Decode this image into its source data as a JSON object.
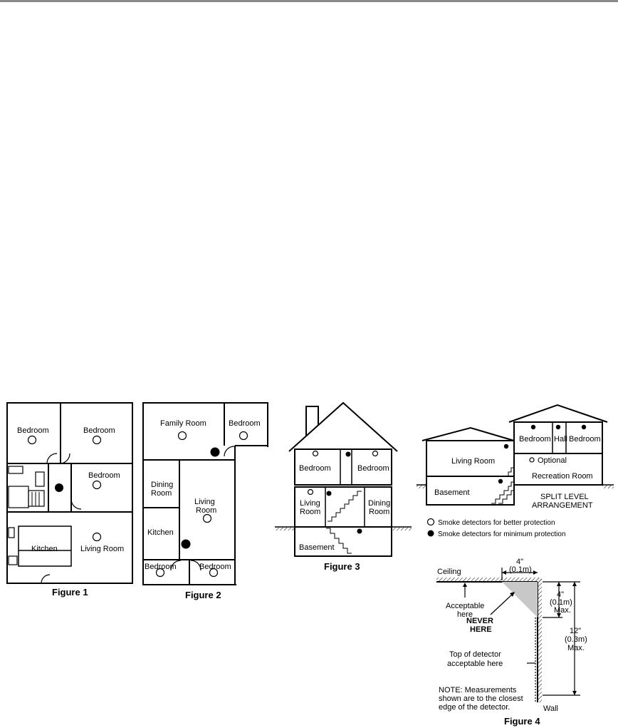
{
  "figure1": {
    "caption": "Figure 1",
    "rooms": {
      "bedroom_tl": "Bedroom",
      "bedroom_tr": "Bedroom",
      "bedroom_mid": "Bedroom",
      "kitchen": "Kitchen",
      "living_room": "Living Room"
    }
  },
  "figure2": {
    "caption": "Figure 2",
    "rooms": {
      "family_room": "Family Room",
      "bedroom_top": "Bedroom",
      "dining_1": "Dining",
      "dining_2": "Room",
      "living_1": "Living",
      "living_2": "Room",
      "kitchen": "Kitchen",
      "bedroom_bl": "Bedroom",
      "bedroom_br": "Bedroom"
    }
  },
  "figure3": {
    "caption": "Figure 3",
    "rooms": {
      "bedroom_left": "Bedroom",
      "bedroom_right": "Bedroom",
      "living_1": "Living",
      "living_2": "Room",
      "dining_1": "Dining",
      "dining_2": "Room",
      "basement": "Basement"
    }
  },
  "split_level": {
    "rooms": {
      "living_room": "Living Room",
      "bedroom_left": "Bedroom",
      "hall": "Hall",
      "bedroom_right": "Bedroom",
      "optional": "Optional",
      "recreation_room": "Recreation Room",
      "basement": "Basement"
    },
    "title_1": "SPLIT LEVEL",
    "title_2": "ARRANGEMENT",
    "legend": {
      "better": "Smoke detectors for better protection",
      "minimum": "Smoke detectors for minimum protection"
    }
  },
  "figure4": {
    "caption": "Figure 4",
    "ceiling": "Ceiling",
    "wall": "Wall",
    "dim_top_1": "4\"",
    "dim_top_2": "(0.1m)",
    "dim_right_1": "4\"",
    "dim_right_2": "(0.1m)",
    "dim_right_3": "Max.",
    "dim_long_1": "12\"",
    "dim_long_2": "(0.3m)",
    "dim_long_3": "Max.",
    "acceptable_1": "Acceptable",
    "acceptable_2": "here",
    "never_1": "NEVER",
    "never_2": "HERE",
    "top_detector_1": "Top of detector",
    "top_detector_2": "acceptable here",
    "note_1": "NOTE: Measurements",
    "note_2": "shown are to the closest",
    "note_3": "edge of the detector."
  }
}
